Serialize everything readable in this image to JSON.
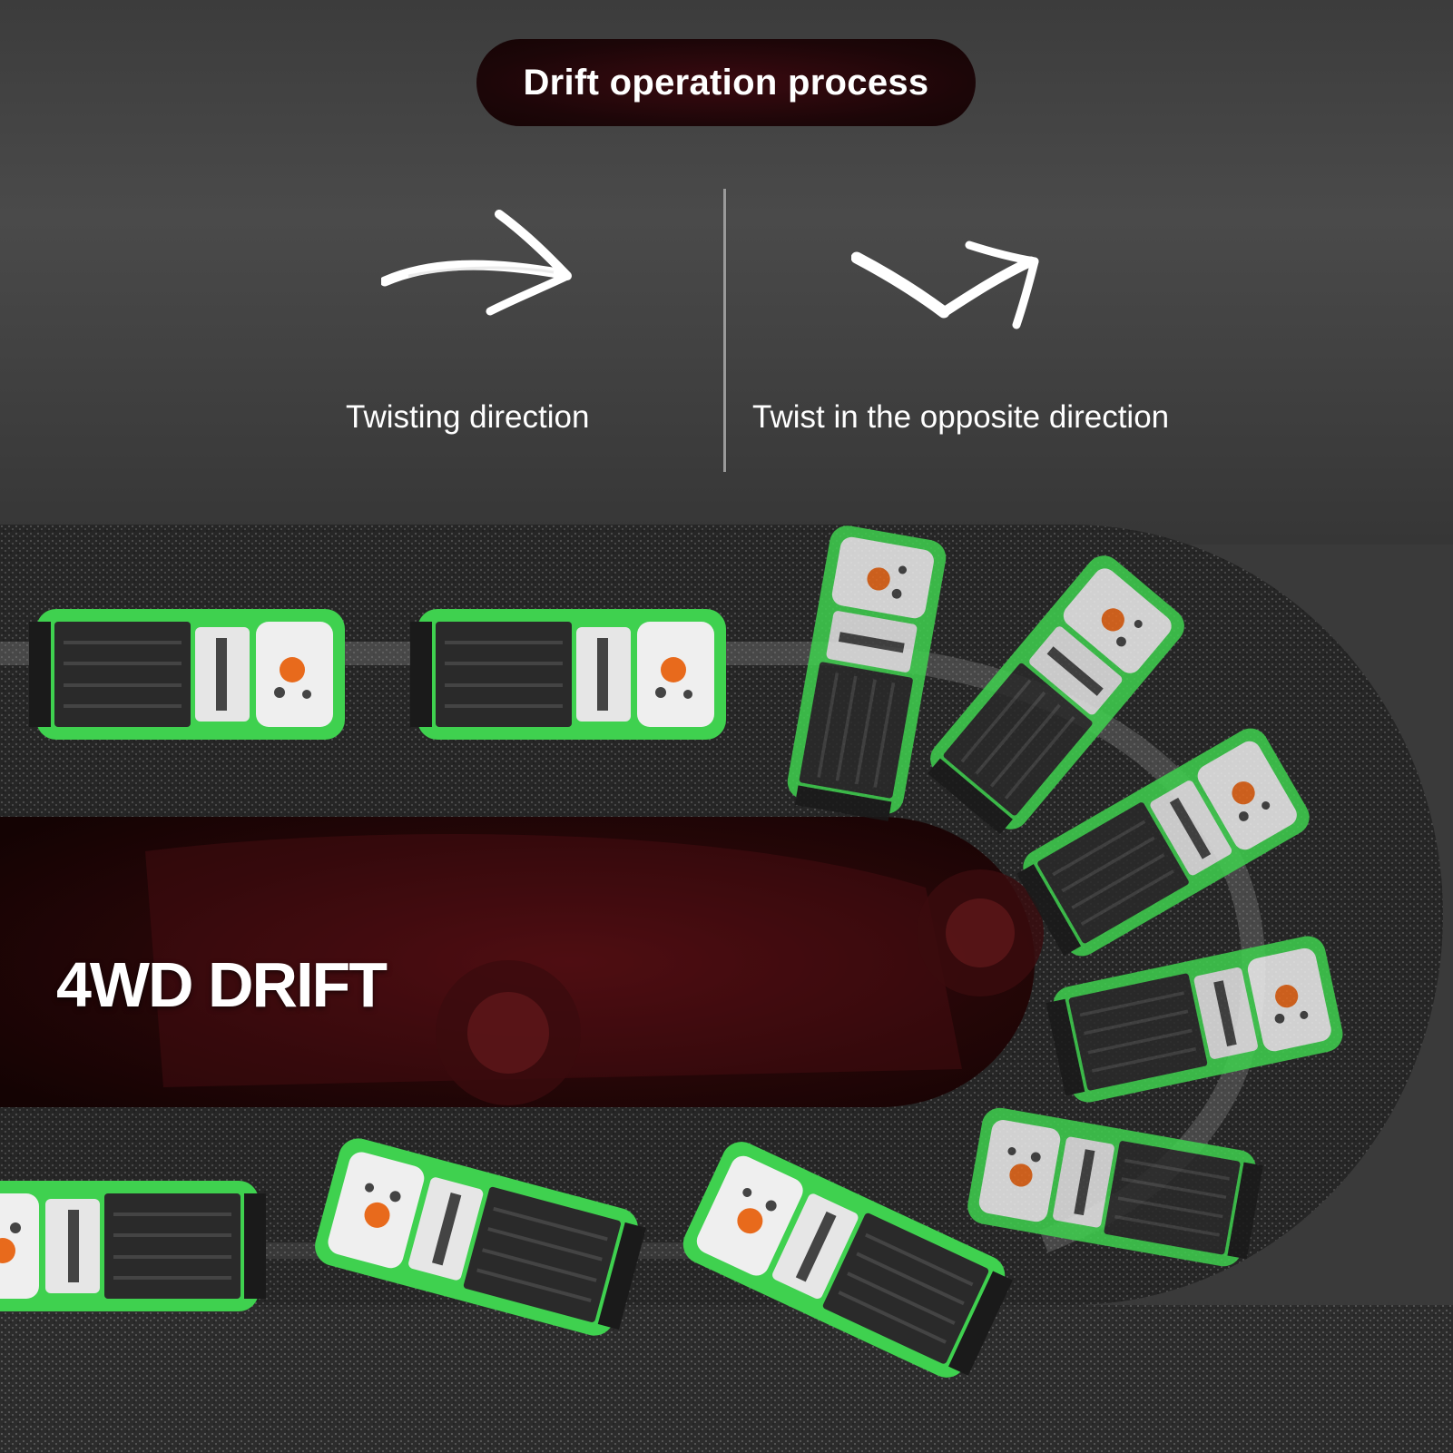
{
  "header": {
    "title": "Drift operation process"
  },
  "steps": [
    {
      "label": "Twisting direction",
      "icon": "curved-arrow-right-icon"
    },
    {
      "label": "Twist in the opposite direction",
      "icon": "zigzag-arrow-up-right-icon"
    }
  ],
  "banner": {
    "text": "4WD DRIFT"
  },
  "colors": {
    "car_body": "#3fd14f",
    "asphalt": "#2b2b2b",
    "banner": "#1a0405"
  }
}
